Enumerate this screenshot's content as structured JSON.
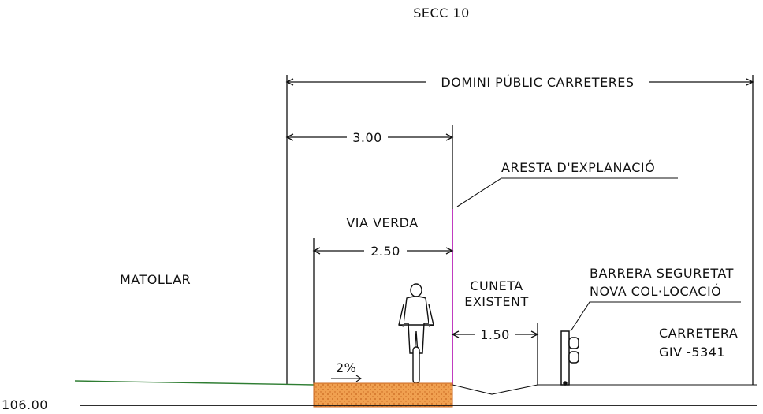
{
  "title": "SECC 10",
  "dimensions": {
    "domain": "DOMINI PÚBLIC CARRETERES",
    "width_3": "3.00",
    "width_2_5": "2.50",
    "width_1_5": "1.50"
  },
  "labels": {
    "aresta": "ARESTA D'EXPLANACIÓ",
    "via_verda": "VIA VERDA",
    "matollar": "MATOLLAR",
    "cuneta_line1": "CUNETA",
    "cuneta_line2": "EXISTENT",
    "barrera_line1": "BARRERA SEGURETAT",
    "barrera_line2": "NOVA COL·LOCACIÓ",
    "carretera_line1": "CARRETERA",
    "carretera_line2": "GIV -5341",
    "slope": "2%",
    "elevation": "106.00"
  },
  "colors": {
    "line": "#111111",
    "edge_line": "#c03cc0",
    "terrain": "#2e7d32",
    "pavement": "#f0a050",
    "pavement_hatch": "#c8651e"
  }
}
